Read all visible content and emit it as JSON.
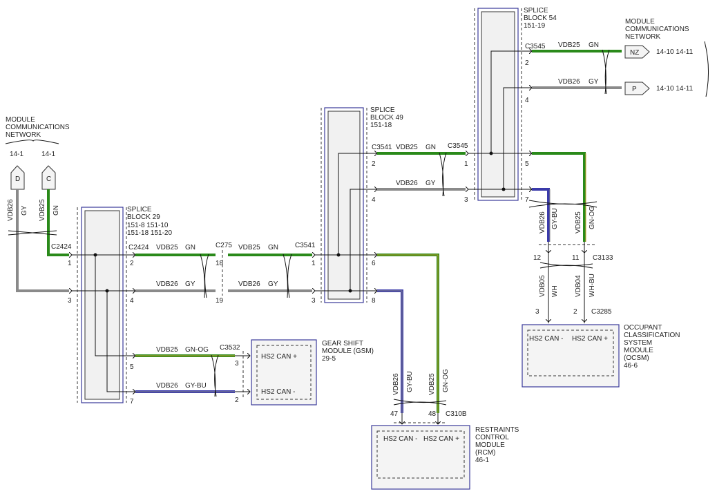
{
  "splice29": {
    "title": "SPLICE",
    "name": "BLOCK 29",
    "ref1": "151-8   151-10",
    "ref2": "151-18  151-20"
  },
  "splice49": {
    "title": "SPLICE",
    "name": "BLOCK 49",
    "ref": "151-18"
  },
  "splice54": {
    "title": "SPLICE",
    "name": "BLOCK 54",
    "ref": "151-19"
  },
  "mcn_left": {
    "l1": "MODULE",
    "l2": "COMMUNICATIONS",
    "l3": "NETWORK",
    "ref_d": "14-1",
    "ref_c": "14-1",
    "conn_d": "D",
    "conn_c": "C"
  },
  "mcn_right": {
    "l1": "MODULE",
    "l2": "COMMUNICATIONS",
    "l3": "NETWORK",
    "conn_nz": "NZ",
    "conn_p": "P",
    "ref_nz": "14-10  14-11",
    "ref_p": "14-10  14-11"
  },
  "wires": {
    "vdb25": "VDB25",
    "vdb26": "VDB26",
    "gn": "GN",
    "gy": "GY",
    "gn_og": "GN-OG",
    "gy_bu": "GY-BU",
    "vdb05": "VDB05",
    "vdb04": "VDB04",
    "wh": "WH",
    "wh_bu": "WH-BU"
  },
  "connectors": {
    "c2424": "C2424",
    "c275": "C275",
    "c3541": "C3541",
    "c3545": "C3545",
    "c3532": "C3532",
    "c3133": "C3133",
    "c3285": "C3285",
    "c310b": "C310B"
  },
  "pins": {
    "p1": "1",
    "p2": "2",
    "p3": "3",
    "p4": "4",
    "p5": "5",
    "p6": "6",
    "p7": "7",
    "p8": "8",
    "p11": "11",
    "p12": "12",
    "p18": "18",
    "p19": "19",
    "p47": "47",
    "p48": "48"
  },
  "gsm": {
    "l1": "GEAR SHIFT",
    "l2": "MODULE (GSM)",
    "ref": "29-5",
    "can_plus": "HS2 CAN +",
    "can_minus": "HS2 CAN -"
  },
  "rcm": {
    "l1": "RESTRAINTS",
    "l2": "CONTROL",
    "l3": "MODULE",
    "l4": "(RCM)",
    "ref": "46-1",
    "can_minus": "HS2 CAN -",
    "can_plus": "HS2 CAN +"
  },
  "ocsm": {
    "l1": "OCCUPANT",
    "l2": "CLASSIFICATION",
    "l3": "SYSTEM",
    "l4": "MODULE",
    "l5": "(OCSM)",
    "ref": "46-6",
    "can_minus": "HS2 CAN -",
    "can_plus": "HS2 CAN +"
  },
  "colors": {
    "green": "#2a8a1a",
    "gray": "#8a8a8a",
    "blue": "#3a3aaa",
    "orange": "#c8a030"
  }
}
